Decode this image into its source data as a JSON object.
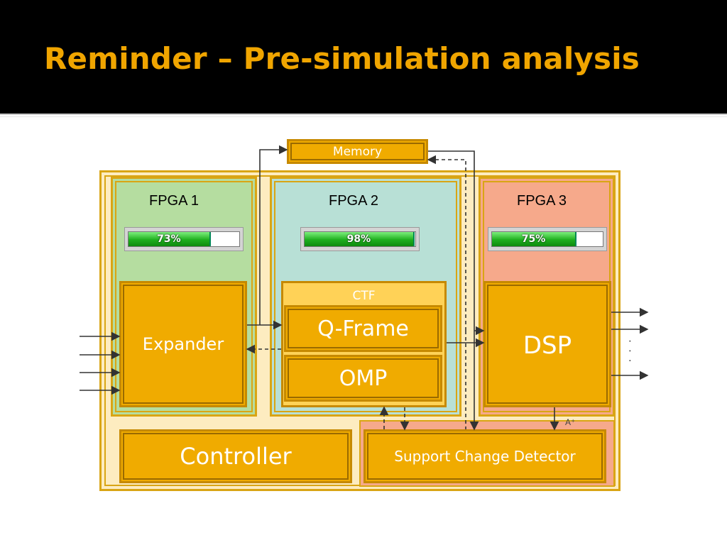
{
  "slide": {
    "title": "Reminder – Pre-simulation analysis"
  },
  "diagram": {
    "memory": "Memory",
    "fpgas": [
      {
        "label": "FPGA 1",
        "utilization": "73%",
        "fill": 0.73
      },
      {
        "label": "FPGA 2",
        "utilization": "98%",
        "fill": 0.98
      },
      {
        "label": "FPGA 3",
        "utilization": "75%",
        "fill": 0.75
      }
    ],
    "expander": "Expander",
    "ctf": "CTF",
    "qframe": "Q-Frame",
    "omp": "OMP",
    "dsp": "DSP",
    "controller": "Controller",
    "scd": "Support Change Detector",
    "a_plus": "A⁺",
    "dots": "· · ·"
  },
  "colors": {
    "title": "#f0a500",
    "gold_block": "#f0ab00",
    "fpga1_bg": "#b5dda0",
    "fpga2_bg": "#b8e0d6",
    "fpga3_bg": "#f6a98b",
    "outer_bg": "#fdecc0",
    "gauge_fill": "#1eae1e"
  }
}
